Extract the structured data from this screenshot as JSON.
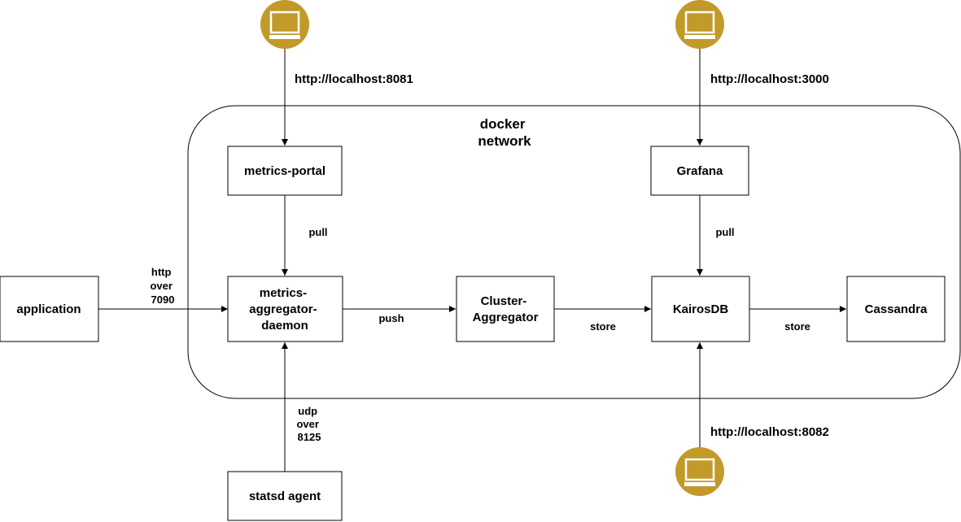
{
  "group": {
    "label_lines": [
      "docker",
      "network"
    ]
  },
  "nodes": {
    "application": {
      "lines": [
        "application"
      ]
    },
    "metrics_portal": {
      "lines": [
        "metrics-portal"
      ]
    },
    "aggregator_daemon": {
      "lines": [
        "metrics-",
        "aggregator-",
        "daemon"
      ]
    },
    "cluster_aggregator": {
      "lines": [
        "Cluster-",
        "Aggregator"
      ]
    },
    "kairosdb": {
      "lines": [
        "KairosDB"
      ]
    },
    "cassandra": {
      "lines": [
        "Cassandra"
      ]
    },
    "grafana": {
      "lines": [
        "Grafana"
      ]
    },
    "statsd_agent": {
      "lines": [
        "statsd agent"
      ]
    }
  },
  "edges": {
    "http_over_7090": {
      "lines": [
        "http",
        "over",
        "7090"
      ]
    },
    "pull_portal": {
      "lines": [
        "pull"
      ]
    },
    "push": {
      "lines": [
        "push"
      ]
    },
    "store_kairos": {
      "lines": [
        "store"
      ]
    },
    "store_cassandra": {
      "lines": [
        "store"
      ]
    },
    "pull_grafana": {
      "lines": [
        "pull"
      ]
    },
    "udp_over_8125": {
      "lines": [
        "udp",
        "over",
        "8125"
      ]
    }
  },
  "urls": {
    "portal": "http://localhost:8081",
    "grafana": "http://localhost:3000",
    "kairosdb": "http://localhost:8082"
  },
  "colors": {
    "monitor_icon": "#c29a2a",
    "stroke": "#000000"
  },
  "icons": {
    "monitor": "monitor-icon"
  }
}
